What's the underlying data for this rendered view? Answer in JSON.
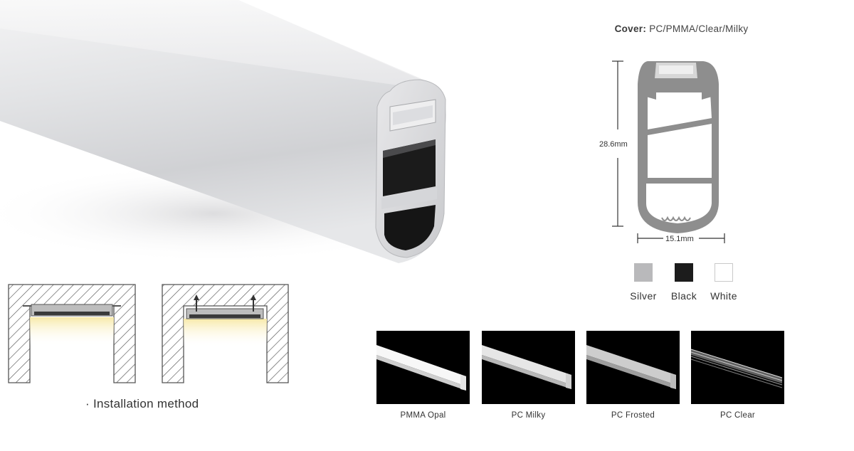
{
  "cover": {
    "label": "Cover:",
    "value": "PC/PMMA/Clear/Milky"
  },
  "dimensions": {
    "height": "28.6mm",
    "width": "15.1mm"
  },
  "colors": {
    "items": [
      {
        "name": "Silver",
        "hex": "#b9b9bb"
      },
      {
        "name": "Black",
        "hex": "#1c1c1c"
      },
      {
        "name": "White",
        "hex": "#ffffff"
      }
    ]
  },
  "installation": {
    "caption": "· Installation method"
  },
  "covers": [
    {
      "name": "PMMA Opal"
    },
    {
      "name": "PC Milky"
    },
    {
      "name": "PC Frosted"
    },
    {
      "name": "PC Clear"
    }
  ]
}
